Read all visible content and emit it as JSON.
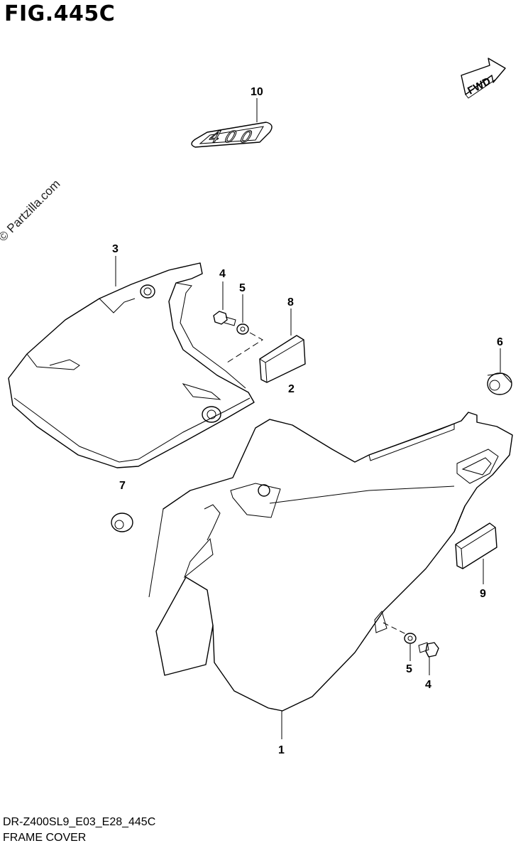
{
  "figure_title": "FIG.445C",
  "watermark": "© Partzilla.com",
  "fwd_label": "FWD",
  "emblem_text": "400",
  "callouts": [
    {
      "id": "10",
      "name": "callout-10"
    },
    {
      "id": "3",
      "name": "callout-3"
    },
    {
      "id": "4",
      "name": "callout-4-upper"
    },
    {
      "id": "5",
      "name": "callout-5-upper"
    },
    {
      "id": "8",
      "name": "callout-8"
    },
    {
      "id": "2",
      "name": "callout-2"
    },
    {
      "id": "6",
      "name": "callout-6"
    },
    {
      "id": "7",
      "name": "callout-7"
    },
    {
      "id": "9",
      "name": "callout-9"
    },
    {
      "id": "5",
      "name": "callout-5-lower"
    },
    {
      "id": "4",
      "name": "callout-4-lower"
    },
    {
      "id": "1",
      "name": "callout-1"
    }
  ],
  "footer": {
    "code": "DR-Z400SL9_E03_E28_445C",
    "name": "FRAME COVER"
  }
}
